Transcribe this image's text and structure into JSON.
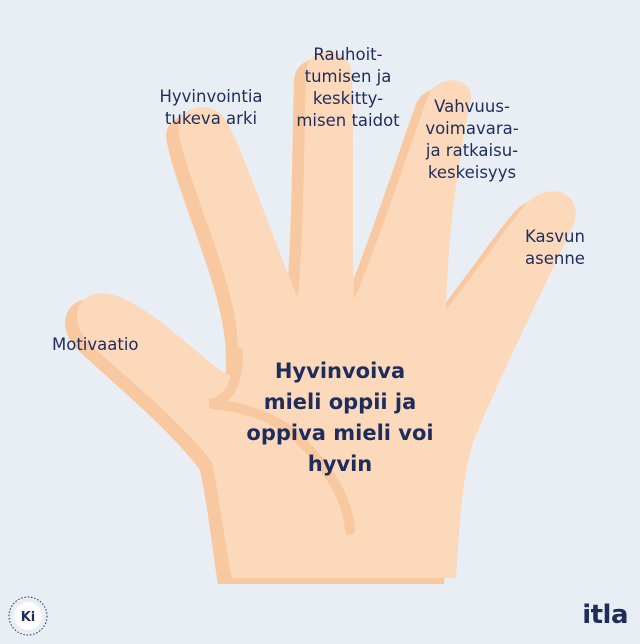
{
  "colors": {
    "background": "#e9eef4",
    "hand_fill": "#fcd9bb",
    "hand_shadow": "#f8c8a1",
    "text": "#1f2d5c"
  },
  "diagram": {
    "center": "Hyvinvoiva\nmieli oppii ja\noppiva mieli voi\nhyvin",
    "fingers": [
      {
        "id": "index",
        "label": "Hyvinvointia\ntukeva arki"
      },
      {
        "id": "middle",
        "label": "Rauhoit-\ntumisen ja\nkeskitty-\nmisen taidot"
      },
      {
        "id": "ring",
        "label": "Vahvuus-\nvoimavara-\nja ratkaisu-\nkeskeisyys"
      },
      {
        "id": "pinky",
        "label": "Kasvun\nasenne"
      },
      {
        "id": "thumb",
        "label": "Motivaatio"
      }
    ]
  },
  "logos": {
    "left": {
      "icon": "ki-seal-icon",
      "mark": "Ki"
    },
    "right": {
      "text": "itla"
    }
  }
}
